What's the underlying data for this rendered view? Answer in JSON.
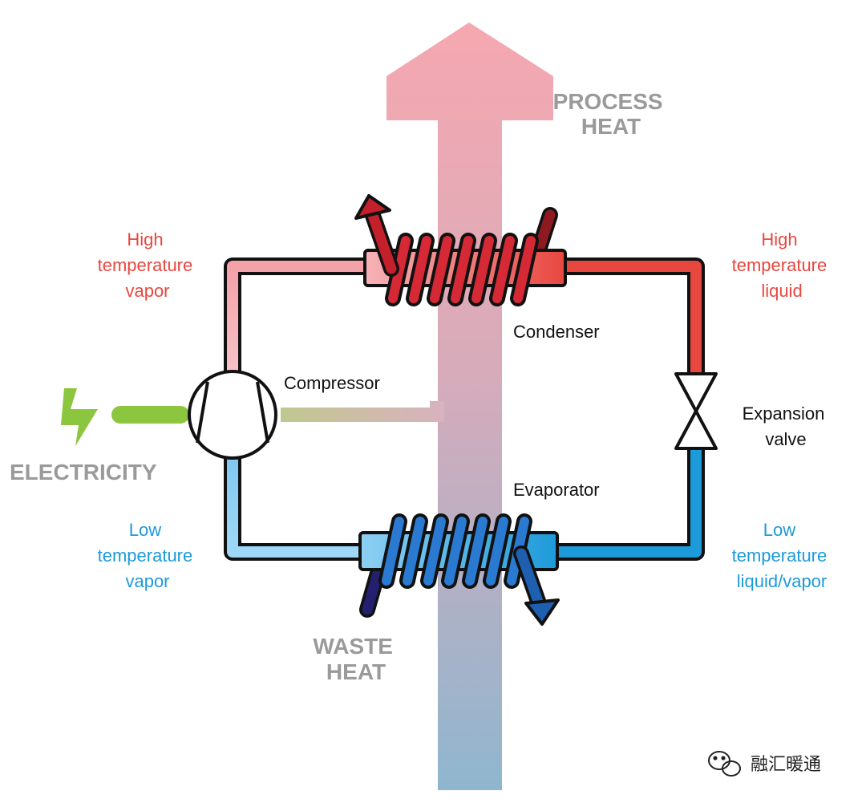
{
  "labels": {
    "process_heat": [
      "PROCESS",
      "HEAT"
    ],
    "waste_heat": [
      "WASTE",
      "HEAT"
    ],
    "electricity": "ELECTRICITY",
    "high_temp_vapor": [
      "High",
      "temperature",
      "vapor"
    ],
    "high_temp_liquid": [
      "High",
      "temperature",
      "liquid"
    ],
    "low_temp_vapor": [
      "Low",
      "temperature",
      "vapor"
    ],
    "low_temp_liquid_vapor": [
      "Low",
      "temperature",
      "liquid/vapor"
    ],
    "condenser": "Condenser",
    "compressor": "Compressor",
    "evaporator": "Evaporator",
    "expansion_valve": [
      "Expansion",
      "valve"
    ]
  },
  "watermark": "融汇暖通",
  "colors": {
    "hot": "#e8473f",
    "hot_light": "#f4a6ad",
    "cold": "#1d9ad9",
    "cold_light": "#8fd0f4",
    "electric": "#8cc63f",
    "grey_text": "#9a9a9a",
    "outline": "#111111"
  }
}
